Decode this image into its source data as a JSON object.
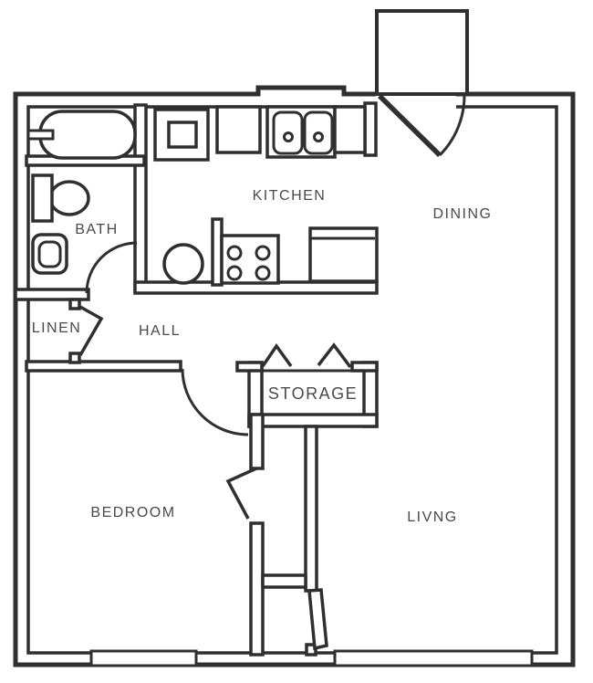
{
  "document": {
    "type": "apartment-floor-plan",
    "description": "One-bedroom apartment floor plan line drawing"
  },
  "rooms": {
    "bath": {
      "label": "BATH"
    },
    "kitchen": {
      "label": "KITCHEN"
    },
    "dining": {
      "label": "DINING"
    },
    "linen": {
      "label": "LINEN"
    },
    "hall": {
      "label": "HALL"
    },
    "storage": {
      "label": "STORAGE"
    },
    "bedroom": {
      "label": "BEDROOM"
    },
    "living": {
      "label": "LIVNG"
    }
  },
  "fixtures": [
    "bathtub",
    "tub-faucet",
    "toilet",
    "bathroom-sink",
    "refrigerator",
    "kitchen-counter",
    "double-basin-sink",
    "range-with-burners",
    "water-heater",
    "entry-porch",
    "entry-door-swing",
    "bath-door-swing",
    "bedroom-door-swing",
    "storage-bifold-doors",
    "linen-bifold-door",
    "closet-bifold-door",
    "living-closet-door",
    "window"
  ],
  "colors": {
    "wall_line": "#2f2f2f",
    "label_text": "#4a4a4a",
    "background": "#ffffff"
  }
}
